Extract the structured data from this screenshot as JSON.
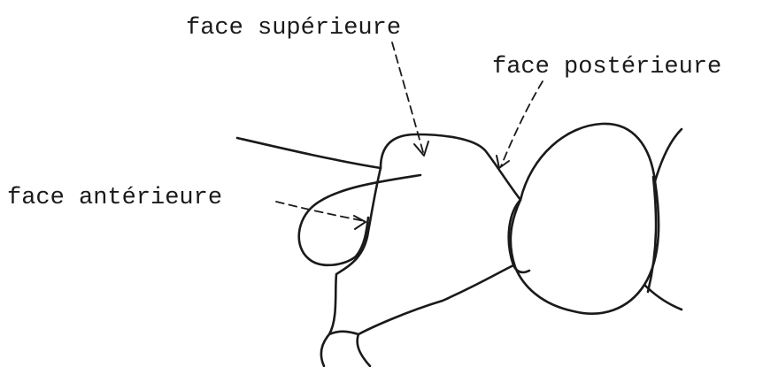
{
  "labels": {
    "superior": "face supérieure",
    "posterior": "face postérieure",
    "anterior": "face antérieure"
  },
  "colors": {
    "ink": "#1a1a1a",
    "background": "#ffffff"
  }
}
